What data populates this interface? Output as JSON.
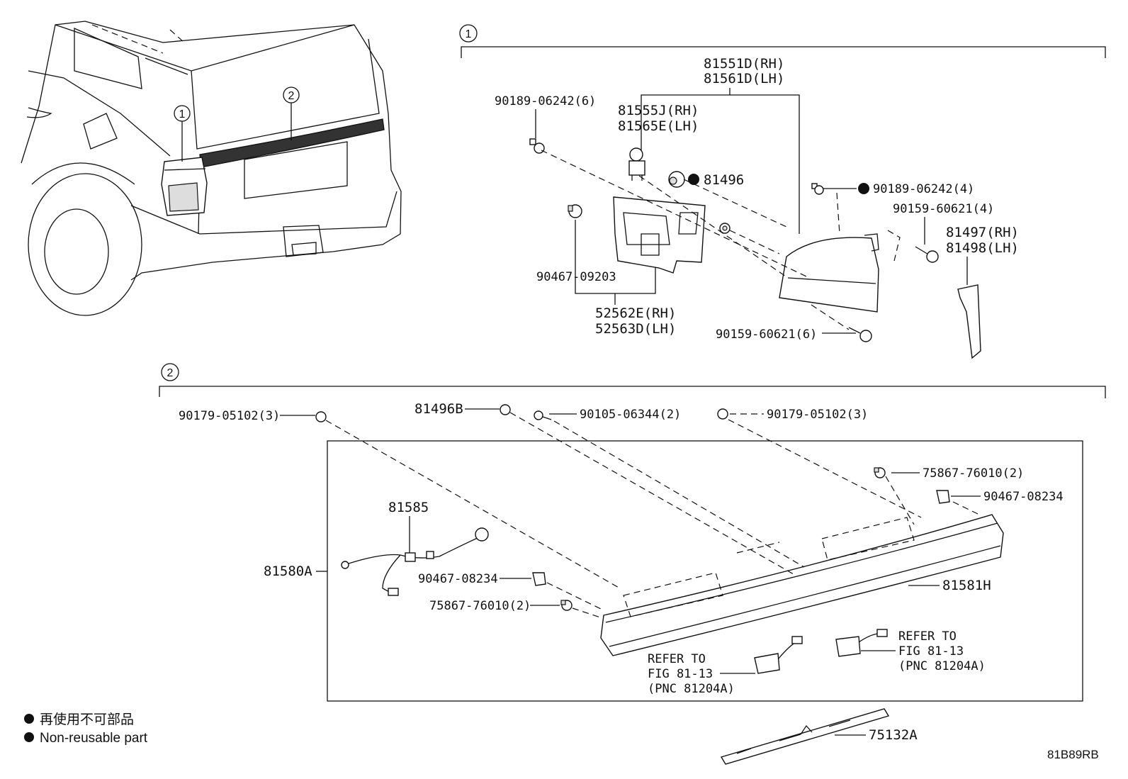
{
  "callouts": {
    "section1": "1",
    "section2": "2",
    "car1": "1",
    "car2": "2"
  },
  "labels": {
    "p81551D": "81551D(RH)",
    "p81561D": "81561D(LH)",
    "p90189a": "90189-06242(6)",
    "p81555J": "81555J(RH)",
    "p81565E": "81565E(LH)",
    "p81496": "81496",
    "p90189b": "90189-06242(4)",
    "p90159a": "90159-60621(4)",
    "p81497": "81497(RH)",
    "p81498": "81498(LH)",
    "p90467a": "90467-09203",
    "p52562E": "52562E(RH)",
    "p52563D": "52563D(LH)",
    "p90159b": "90159-60621(6)",
    "p90179a": "90179-05102(3)",
    "p81496B": "81496B",
    "p90105": "90105-06344(2)",
    "p90179b": "90179-05102(3)",
    "p75867a": "75867-76010(2)",
    "p90467b": "90467-08234",
    "p81585": "81585",
    "p81580A": "81580A",
    "p90467c": "90467-08234",
    "p75867b": "75867-76010(2)",
    "p81581H": "81581H",
    "p75132A": "75132A"
  },
  "refers": {
    "r1l1": "REFER TO",
    "r1l2": "FIG 81-13",
    "r1l3": "(PNC 81204A)",
    "r2l1": "REFER TO",
    "r2l2": "FIG 81-13",
    "r2l3": "(PNC 81204A)"
  },
  "legend": {
    "line1": "再使用不可部品",
    "line2": "Non-reusable part"
  },
  "figure_code": "81B89RB"
}
